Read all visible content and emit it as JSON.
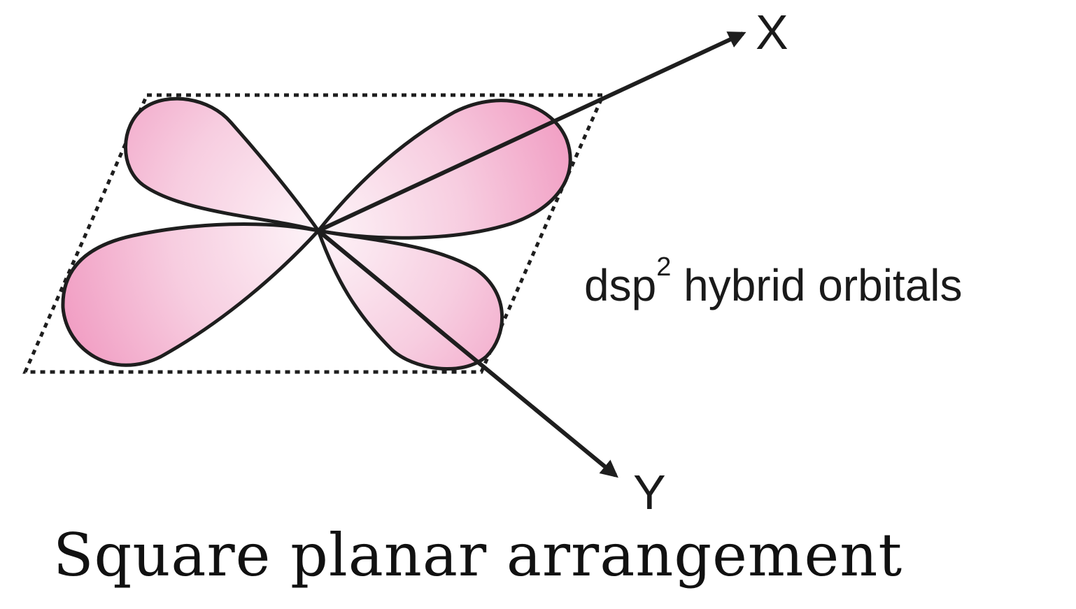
{
  "axes": {
    "x_label": "X",
    "y_label": "Y"
  },
  "orbital_label": {
    "text": "dsp",
    "superscript": "2",
    "rest": " hybrid orbitals"
  },
  "caption": "Square planar arrangement",
  "colors": {
    "lobe_center": "#fdf4f8",
    "lobe_edge": "#f2a8c9",
    "outline": "#1e1e1e"
  }
}
